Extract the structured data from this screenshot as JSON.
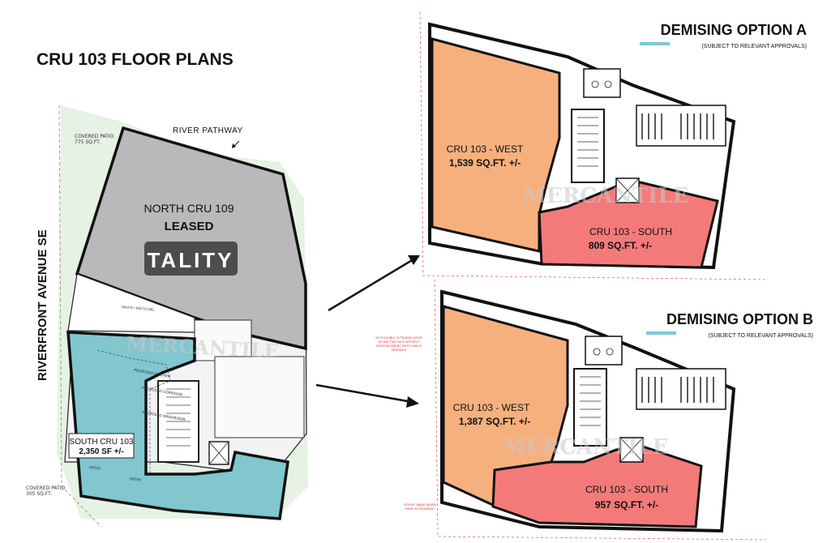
{
  "page": {
    "title": "CRU 103 FLOOR PLANS",
    "street_label": "RIVERFRONT AVENUE SE",
    "pathway_label": "RIVER PATHWAY",
    "watermark": "MERCANTILE"
  },
  "left_plan": {
    "covered_patio_north": [
      "COVERED PATIO",
      "775 SQ.FT."
    ],
    "covered_patio_south": [
      "COVERED PATIO",
      "305 SQ.FT."
    ],
    "north_unit": {
      "name": "NORTH CRU 109",
      "status": "LEASED",
      "tenant_logo": "TALITY"
    },
    "south_unit": {
      "name": "SOUTH CRU 103",
      "area": "2,350 SF +/-"
    },
    "small_labels": [
      "WASTE / RECYCLING",
      "PROPOSED KITCHEN",
      "PROPOSED CORRIDOR",
      "PROPOSED WASHROOM",
      "ENTRY",
      "ENTRY"
    ]
  },
  "option_a": {
    "title": "DEMISING OPTION A",
    "subtitle": "(SUBJECT TO RELEVANT APPROVALS)",
    "west": {
      "name": "CRU 103 - WEST",
      "area": "1,539 SQ.FT. +/-"
    },
    "south": {
      "name": "CRU 103 - SOUTH",
      "area": "809 SQ.FT. +/-"
    }
  },
  "option_b": {
    "title": "DEMISING OPTION B",
    "subtitle": "(SUBJECT TO RELEVANT APPROVALS)",
    "west": {
      "name": "CRU 103 - WEST",
      "area": "1,387 SQ.FT. +/-"
    },
    "south": {
      "name": "CRU 103 - SOUTH",
      "area": "957 SQ.FT. +/-"
    },
    "notes": [
      [
        "NO POSSIBLE OUTSWING DOOR",
        "ALONG THIS FACE WITHOUT",
        "ENCROACHMENT ONTO PUBLIC",
        "SIDEWALK"
      ],
      [
        "DOORS SWING INSIDE",
        "REAR AS REQUIRED"
      ]
    ]
  },
  "colors": {
    "accent_bar": "#7ec8d6",
    "west_unit": "#f6b07e",
    "south_unit_option": "#f47a7a",
    "south_unit_left": "#82c6cf",
    "north_unit": "#b9b9bb",
    "landscape": "#e6f2e3",
    "logo_bg": "#4d4d4f"
  }
}
